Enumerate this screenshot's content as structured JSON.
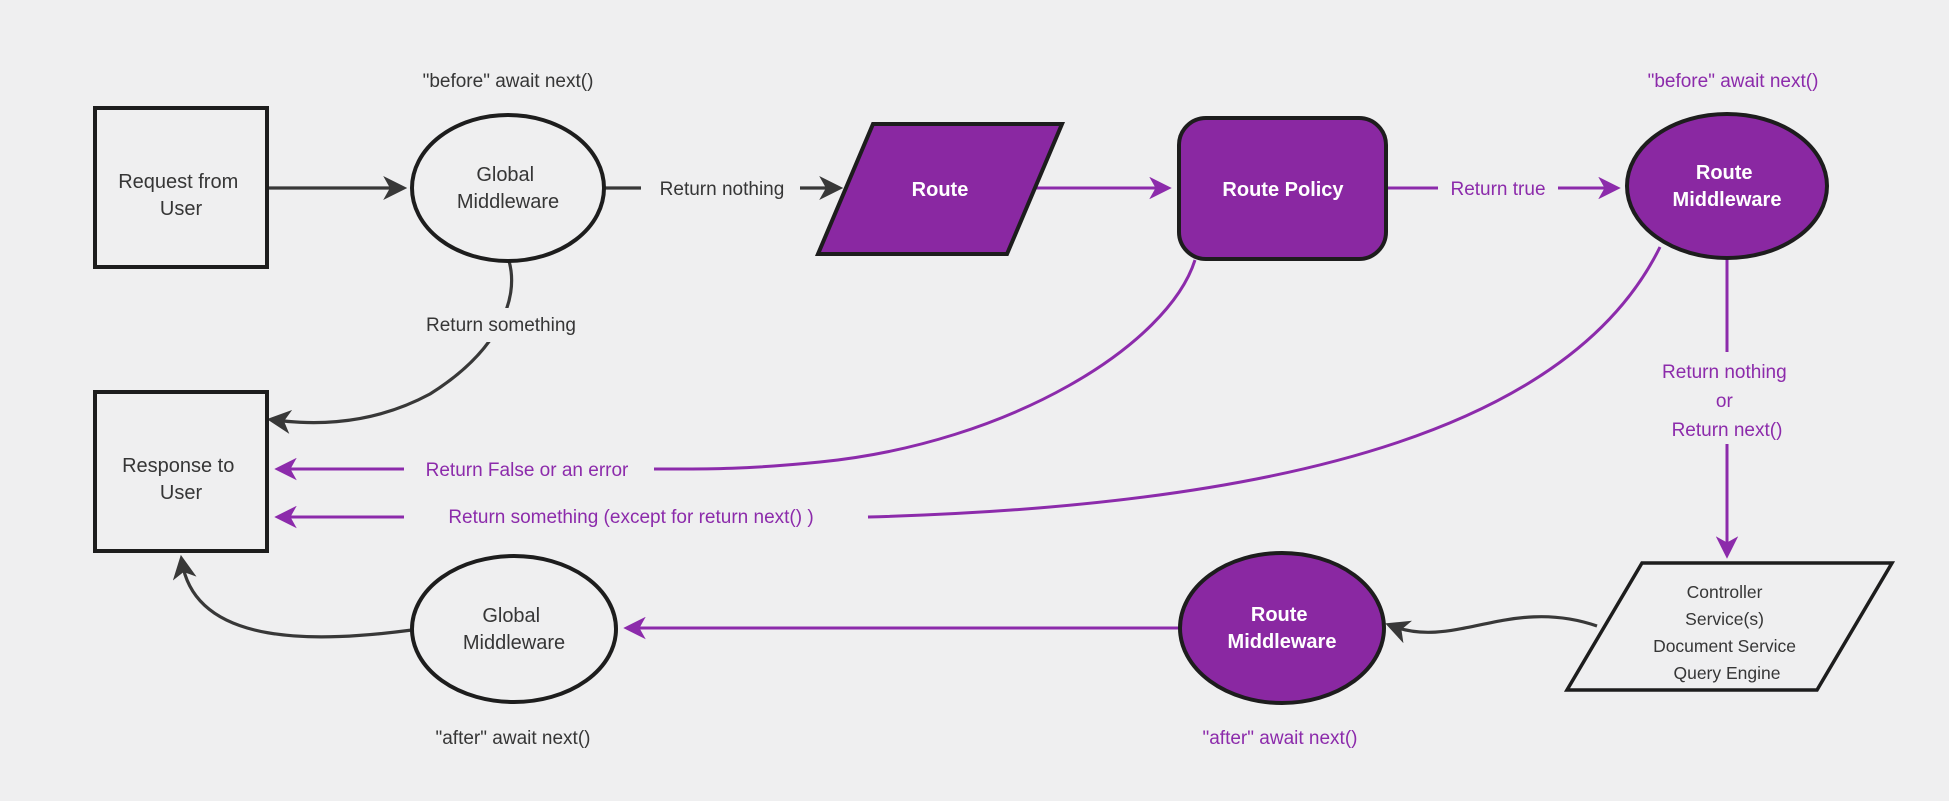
{
  "colors": {
    "background": "#efeff0",
    "purple_fill": "#8a28a2",
    "purple_accent": "#8c2bab",
    "dark_stroke": "#383838",
    "node_border": "#1d1d1d",
    "dark_text": "#363636",
    "white_text": "#ffffff"
  },
  "nodes": {
    "request_from_user": {
      "lines": [
        "Request from",
        "User"
      ]
    },
    "global_middleware_top": {
      "lines": [
        "Global",
        "Middleware"
      ]
    },
    "route": {
      "label": "Route"
    },
    "route_policy": {
      "label": "Route Policy"
    },
    "route_middleware_top": {
      "lines": [
        "Route",
        "Middleware"
      ]
    },
    "controller_stack": {
      "lines": [
        "Controller",
        "Service(s)",
        "Document Service",
        "Query Engine"
      ]
    },
    "route_middleware_bottom": {
      "lines": [
        "Route",
        "Middleware"
      ]
    },
    "global_middleware_bottom": {
      "lines": [
        "Global",
        "Middleware"
      ]
    },
    "response_to_user": {
      "lines": [
        "Response to",
        "User"
      ]
    }
  },
  "edge_labels": {
    "before_await_next_global": "\"before\" await next()",
    "return_nothing_top": "Return nothing",
    "return_true": "Return true",
    "before_await_next_route": "\"before\" await next()",
    "return_nothing_or_next": {
      "lines": [
        "Return nothing",
        "or",
        "Return next()"
      ]
    },
    "return_something": "Return something",
    "return_false_or_error": "Return False or an error",
    "return_something_except": "Return something (except for return next() )",
    "after_await_next_route": "\"after\" await next()",
    "after_await_next_global": "\"after\" await next()"
  }
}
